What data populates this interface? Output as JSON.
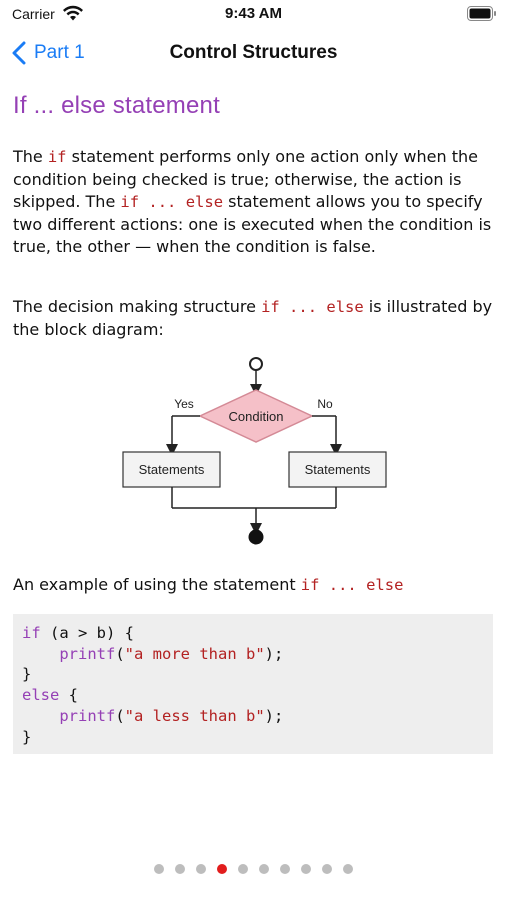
{
  "status_bar": {
    "carrier": "Carrier",
    "time": "9:43 AM"
  },
  "nav": {
    "back_label": "Part 1",
    "title": "Control Structures"
  },
  "section": {
    "heading": "If ... else statement",
    "p1": {
      "t1": "The ",
      "kw1": "if",
      "t2": " statement performs only one action only when the condition being checked is true; otherwise, the action is skipped. The ",
      "kw2": "if ... else",
      "t3": " statement allows you to specify two different actions: one is executed when the condition is true, the other — when the condition is false."
    },
    "p2": {
      "t1": "The decision making structure ",
      "kw1": "if ... else",
      "t2": " is illustrated by the block diagram:"
    },
    "p3": {
      "t1": "An example of using the statement ",
      "kw1": "if ... else"
    }
  },
  "diagram": {
    "condition": "Condition",
    "yes": "Yes",
    "no": "No",
    "left_box": "Statements",
    "right_box": "Statements",
    "colors": {
      "diamond_fill": "#f5c0c8",
      "diamond_stroke": "#d48a96",
      "box_fill": "#f3f3f3"
    }
  },
  "code": {
    "l1a": "if",
    "l1b": " (a > b) {",
    "l2a": "    ",
    "l2b": "printf",
    "l2c": "(",
    "l2d": "\"a more than b\"",
    "l2e": ");",
    "l3": "}",
    "l4a": "else",
    "l4b": " {",
    "l5a": "    ",
    "l5b": "printf",
    "l5c": "(",
    "l5d": "\"a less than b\"",
    "l5e": ");",
    "l6": "}"
  },
  "pager": {
    "count": 10,
    "active_index": 3,
    "active_color": "#e21d1d",
    "inactive_color": "#bdbdbd"
  }
}
